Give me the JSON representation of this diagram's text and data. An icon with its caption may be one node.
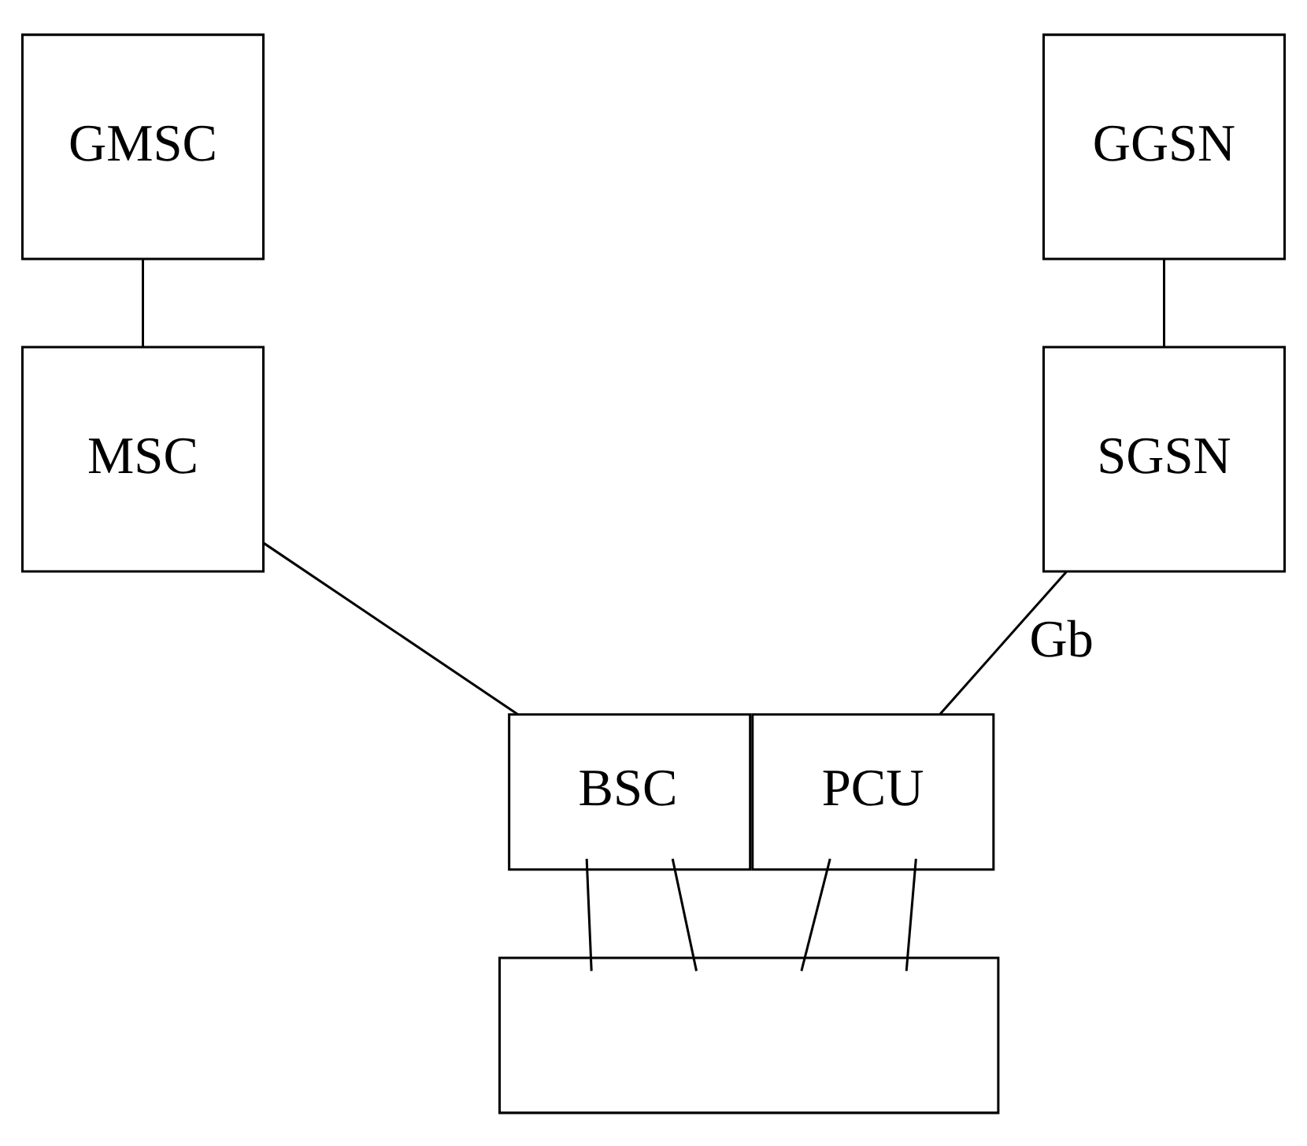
{
  "diagram": {
    "nodes": [
      {
        "text": [
          "GMSC"
        ]
      },
      {
        "text": [
          "GGSN"
        ]
      },
      {
        "text": [
          "MSC"
        ]
      },
      {
        "text": [
          "SGSN"
        ]
      },
      {
        "text": [
          "BSC"
        ]
      },
      {
        "text": [
          "PCU"
        ]
      },
      {
        "text": [],
        "shape": "box"
      }
    ],
    "edges": [
      {
        "from": 0,
        "to": 2,
        "arrow": "none"
      },
      {
        "from": 1,
        "to": 3,
        "arrow": "none"
      },
      {
        "from": 2,
        "to": 4,
        "arrow": "none"
      },
      {
        "from": 3,
        "to": 5,
        "arrow": "none",
        "label": "Gb"
      },
      {
        "from": 4,
        "to": 6,
        "arrow": "none"
      },
      {
        "from": 4,
        "to": 6,
        "arrow": "none"
      },
      {
        "from": 5,
        "to": 6,
        "arrow": "none"
      },
      {
        "from": 5,
        "to": 6,
        "arrow": "none"
      }
    ]
  }
}
